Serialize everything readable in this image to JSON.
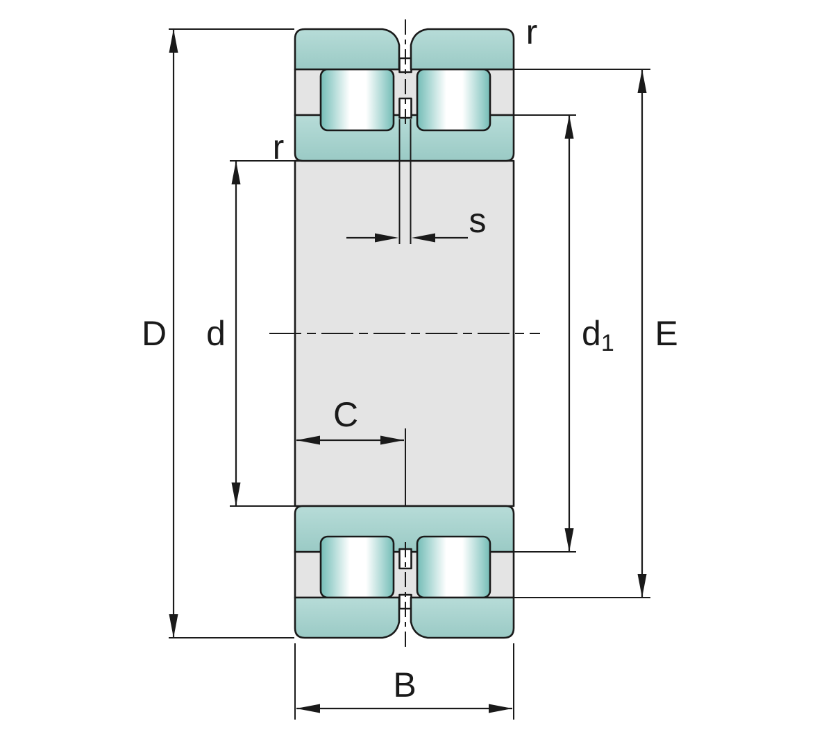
{
  "diagram": {
    "dimension_labels": {
      "D": "D",
      "d": "d",
      "d1_base": "d",
      "d1_sub": "1",
      "E": "E",
      "B": "B",
      "C": "C",
      "s": "s",
      "r_outer": "r",
      "r_bore": "r"
    },
    "colors": {
      "line": "#1a1a1a",
      "background": "#ffffff",
      "body_gray": "#e4e4e4",
      "ring_teal_light": "#b7dcd8",
      "ring_teal_dark": "#9acac5",
      "roller_teal_deep": "#74bcb6",
      "roller_teal_mid": "#a3d4d0",
      "roller_highlight": "#ffffff"
    }
  }
}
